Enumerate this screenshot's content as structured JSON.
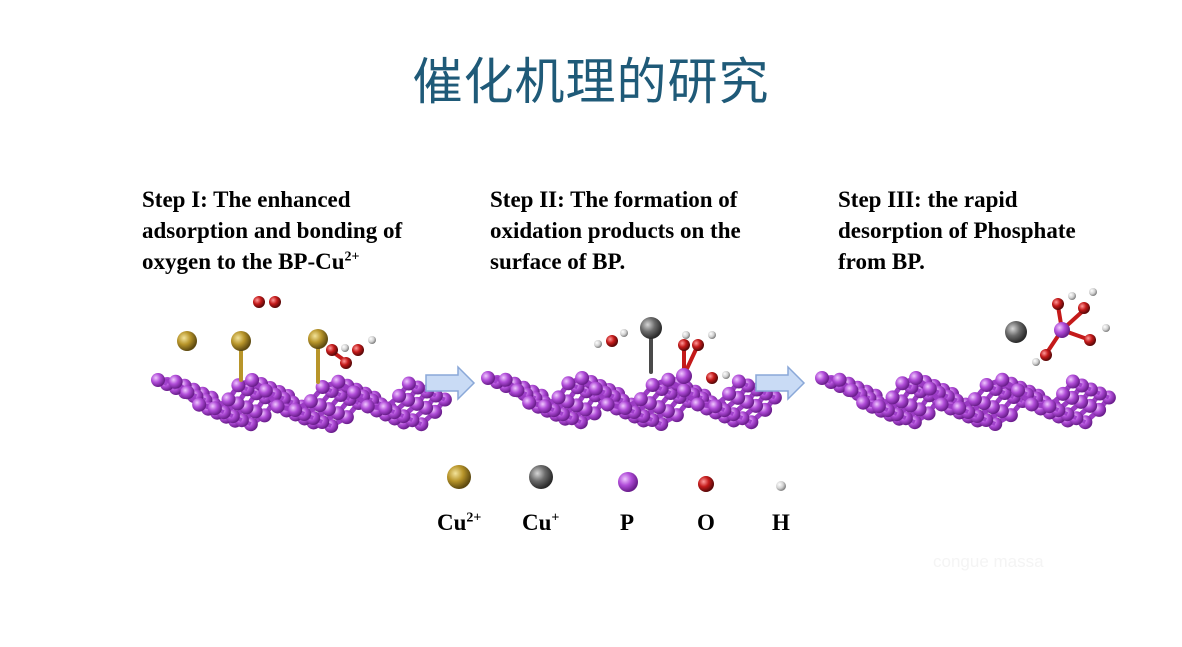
{
  "title": "催化机理的研究",
  "steps": [
    {
      "line1": "Step I: The enhanced",
      "line2": "adsorption and bonding of",
      "line3": "oxygen to the BP-Cu",
      "line3_sup": "2+"
    },
    {
      "line1": "Step II: The formation of",
      "line2": "oxidation products on the",
      "line3": "surface of BP."
    },
    {
      "line1": "Step III:  the rapid",
      "line2": "desorption of Phosphate",
      "line3": "from BP."
    }
  ],
  "legend": [
    {
      "label": "Cu",
      "sup": "2+",
      "color": "#b8952a"
    },
    {
      "label": "Cu",
      "sup": "+",
      "color": "#6b6b6b"
    },
    {
      "label": "P",
      "sup": "",
      "color": "#b04cd8"
    },
    {
      "label": "O",
      "sup": "",
      "color": "#c41a1a"
    },
    {
      "label": "H",
      "sup": "",
      "color": "#d0d0d0"
    }
  ],
  "watermark": "congue massa",
  "colors": {
    "title": "#1f5a78",
    "phosphorus": "#b04cd8",
    "copper2": "#b8952a",
    "copper1": "#6b6b6b",
    "oxygen": "#c41a1a",
    "hydrogen": "#d0d0d0",
    "arrow": "#9fbde6"
  }
}
